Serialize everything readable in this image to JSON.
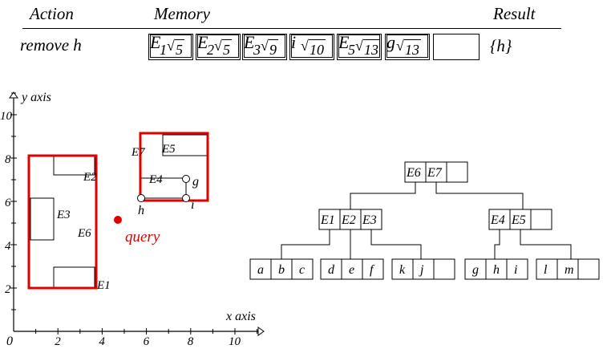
{
  "header": {
    "action": "Action",
    "memory": "Memory",
    "result": "Result"
  },
  "step": {
    "action": "remove h",
    "memory": [
      {
        "label": "E",
        "sub": "1",
        "dist": "5"
      },
      {
        "label": "E",
        "sub": "2",
        "dist": "5"
      },
      {
        "label": "E",
        "sub": "3",
        "dist": "9"
      },
      {
        "label": "i",
        "sub": "",
        "dist": "10"
      },
      {
        "label": "E",
        "sub": "5",
        "dist": "13"
      },
      {
        "label": "g",
        "sub": "",
        "dist": "13"
      }
    ],
    "result": "{h}"
  },
  "plot": {
    "xlabel": "x axis",
    "ylabel": "y axis",
    "origin": "0",
    "xticks": [
      "2",
      "4",
      "6",
      "8",
      "10"
    ],
    "yticks": [
      "2",
      "4",
      "6",
      "8",
      "10"
    ],
    "query_label": "query",
    "rect_labels": [
      "E1",
      "E2",
      "E3",
      "E4",
      "E5",
      "E6",
      "E7"
    ],
    "point_labels": [
      "g",
      "h",
      "i"
    ],
    "accent_color": "#e00000"
  },
  "tree": {
    "root": [
      "E6",
      "E7"
    ],
    "level1": [
      [
        "E1",
        "E2",
        "E3"
      ],
      [
        "E4",
        "E5"
      ]
    ],
    "leaves": [
      [
        "a",
        "b",
        "c"
      ],
      [
        "d",
        "e",
        "f"
      ],
      [
        "k",
        "j"
      ],
      [
        "g",
        "h",
        "i"
      ],
      [
        "l",
        "m"
      ]
    ]
  }
}
